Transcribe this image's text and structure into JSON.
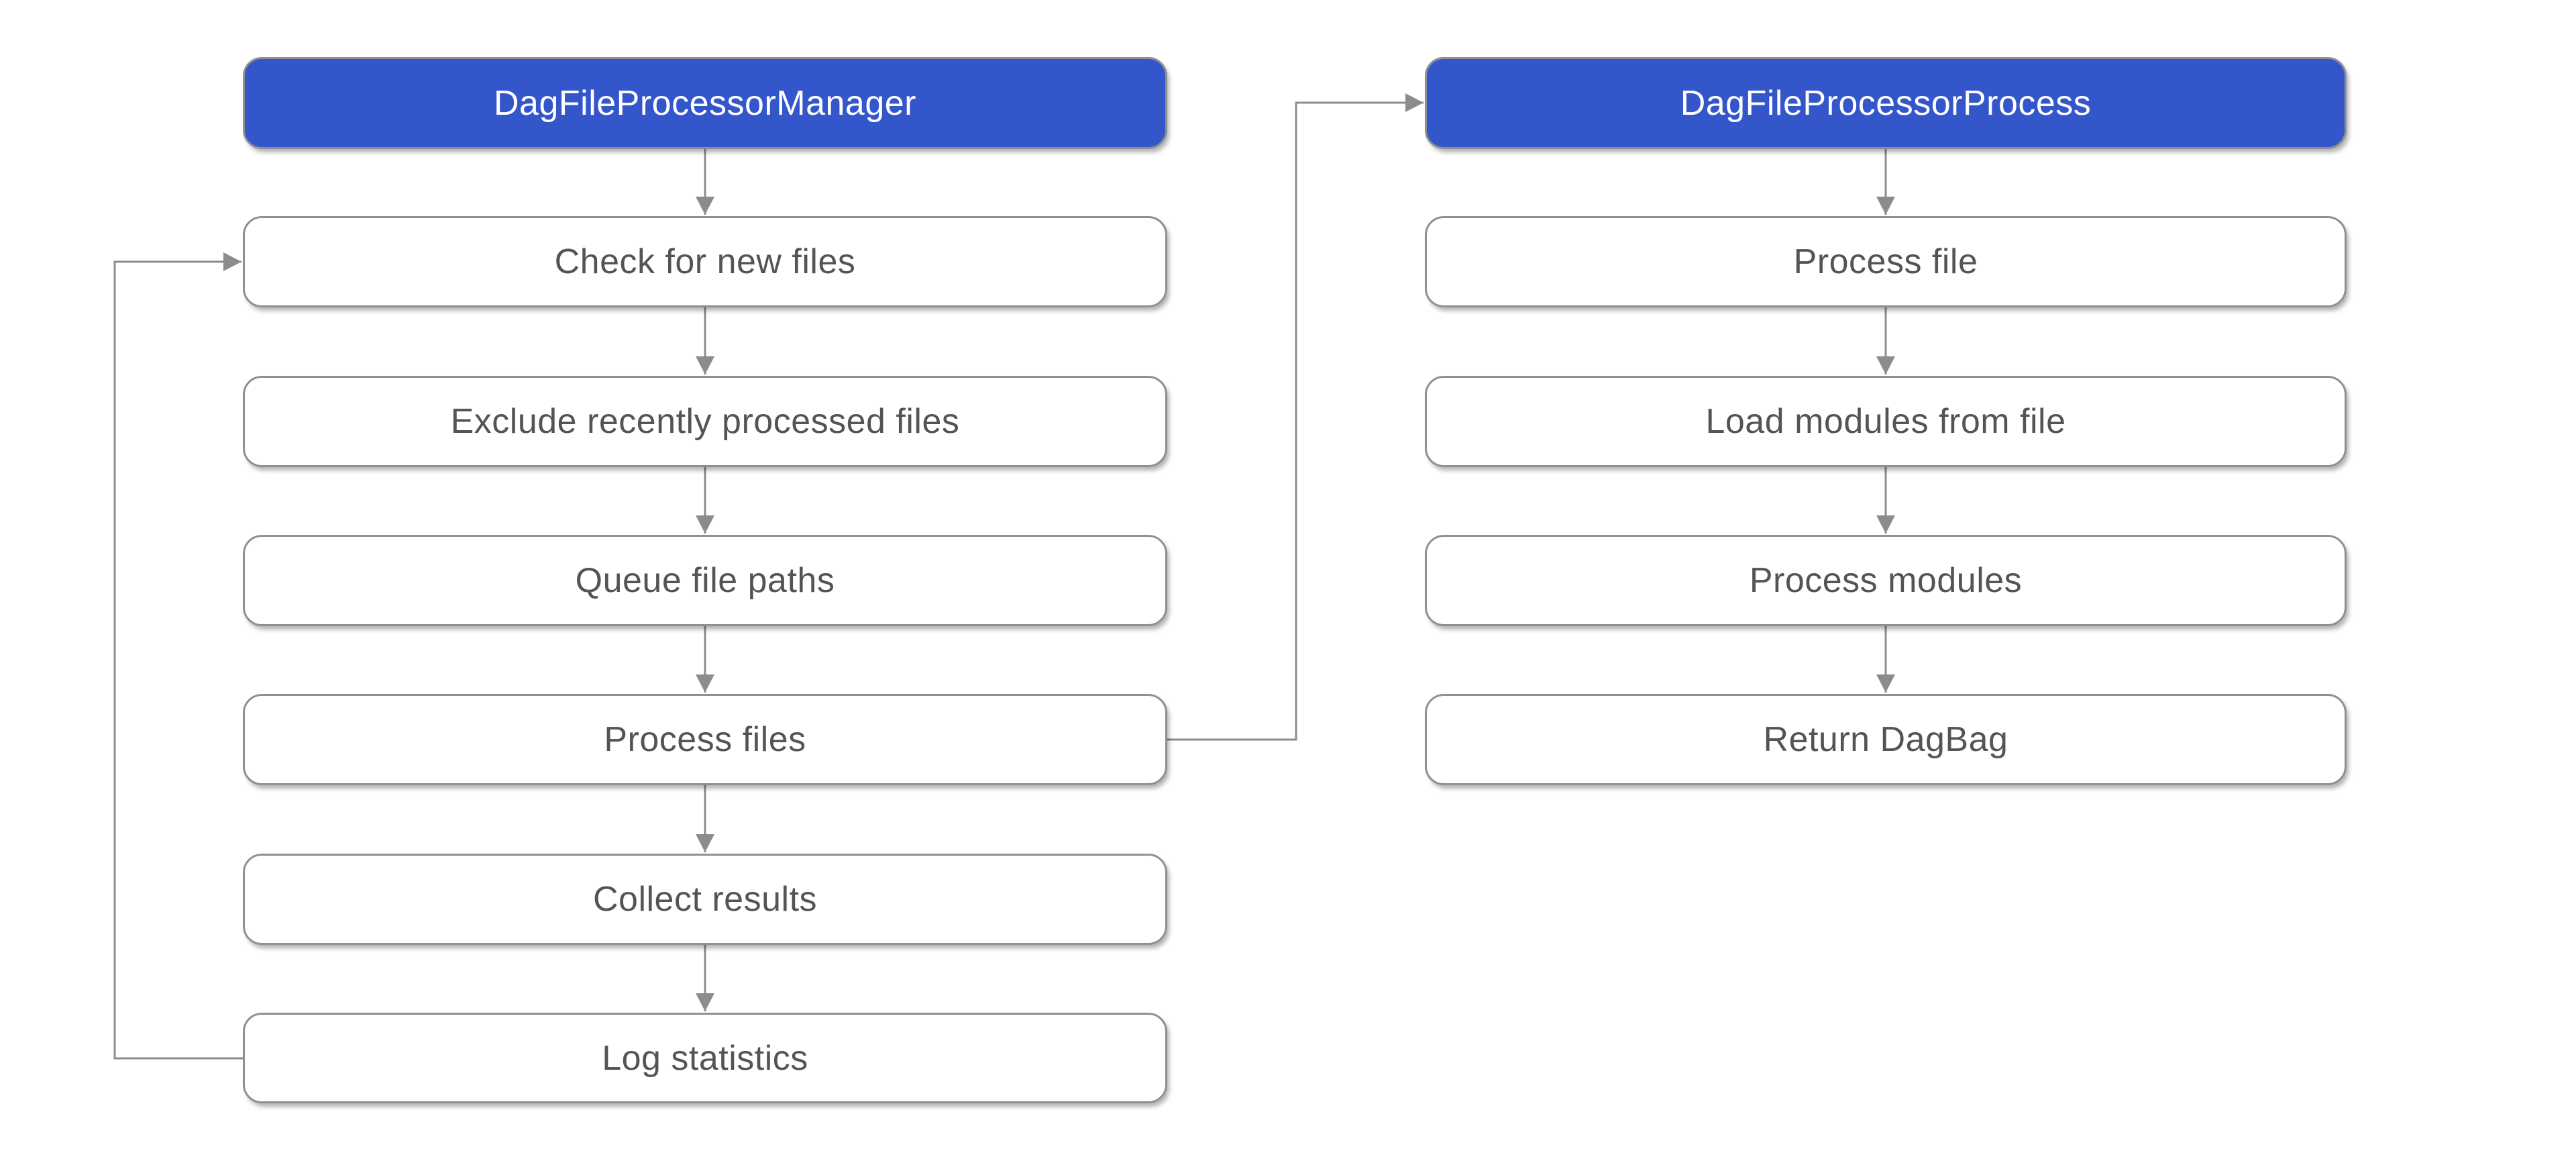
{
  "flow": {
    "left": {
      "header": "DagFileProcessorManager",
      "steps": [
        "Check for new files",
        "Exclude recently processed files",
        "Queue file paths",
        "Process files",
        "Collect results",
        "Log statistics"
      ]
    },
    "right": {
      "header": "DagFileProcessorProcess",
      "steps": [
        "Process file",
        "Load modules from file",
        "Process modules",
        "Return DagBag"
      ]
    },
    "edges": [
      {
        "from": "DagFileProcessorManager",
        "to": "Check for new files"
      },
      {
        "from": "Check for new files",
        "to": "Exclude recently processed files"
      },
      {
        "from": "Exclude recently processed files",
        "to": "Queue file paths"
      },
      {
        "from": "Queue file paths",
        "to": "Process files"
      },
      {
        "from": "Process files",
        "to": "Collect results"
      },
      {
        "from": "Collect results",
        "to": "Log statistics"
      },
      {
        "from": "Log statistics",
        "to": "Check for new files",
        "type": "loop-back"
      },
      {
        "from": "Process files",
        "to": "DagFileProcessorProcess",
        "type": "cross-column"
      },
      {
        "from": "DagFileProcessorProcess",
        "to": "Process file"
      },
      {
        "from": "Process file",
        "to": "Load modules from file"
      },
      {
        "from": "Load modules from file",
        "to": "Process modules"
      },
      {
        "from": "Process modules",
        "to": "Return DagBag"
      }
    ],
    "colors": {
      "header_fill": "#3456cb",
      "header_text": "#ffffff",
      "node_fill": "#ffffff",
      "node_border": "#909090",
      "connector": "#8c8c8c",
      "step_text": "#545454"
    }
  }
}
